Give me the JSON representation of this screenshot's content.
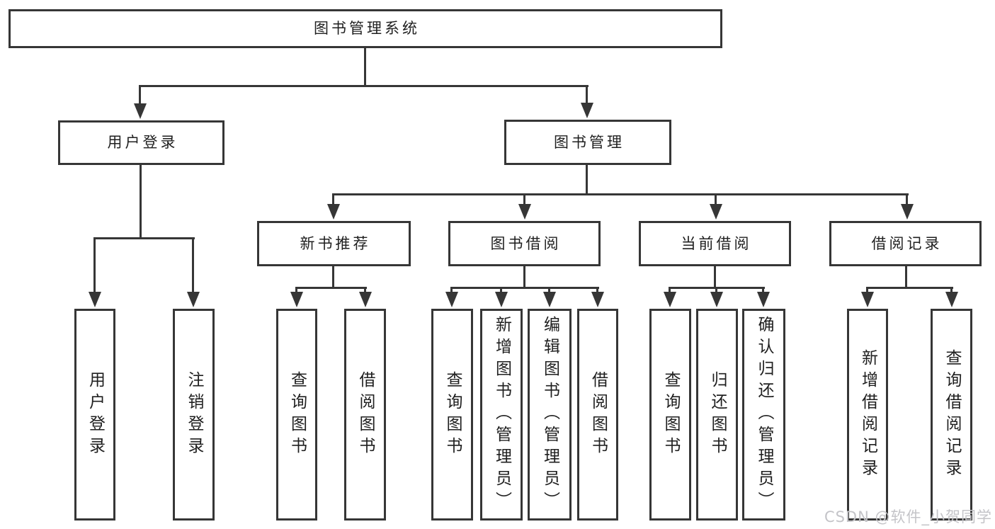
{
  "colors": {
    "line": "#363636",
    "text": "#1f1f1f",
    "background": "#ffffff",
    "watermark": "#c4c4c8"
  },
  "watermark": {
    "text": "CSDN @软件_小贺同学"
  },
  "tree": {
    "label": "图书管理系统",
    "children": [
      {
        "label": "用户登录",
        "children": [
          {
            "label": "用户登录"
          },
          {
            "label": "注销登录"
          }
        ]
      },
      {
        "label": "图书管理",
        "children": [
          {
            "label": "新书推荐",
            "children": [
              {
                "label": "查询图书"
              },
              {
                "label": "借阅图书"
              }
            ]
          },
          {
            "label": "图书借阅",
            "children": [
              {
                "label": "查询图书"
              },
              {
                "label": "新增图书（管理员）"
              },
              {
                "label": "编辑图书（管理员）"
              },
              {
                "label": "借阅图书"
              }
            ]
          },
          {
            "label": "当前借阅",
            "children": [
              {
                "label": "查询图书"
              },
              {
                "label": "归还图书"
              },
              {
                "label": "确认归还（管理员）"
              }
            ]
          },
          {
            "label": "借阅记录",
            "children": [
              {
                "label": "新增借阅记录"
              },
              {
                "label": "查询借阅记录"
              }
            ]
          }
        ]
      }
    ]
  }
}
